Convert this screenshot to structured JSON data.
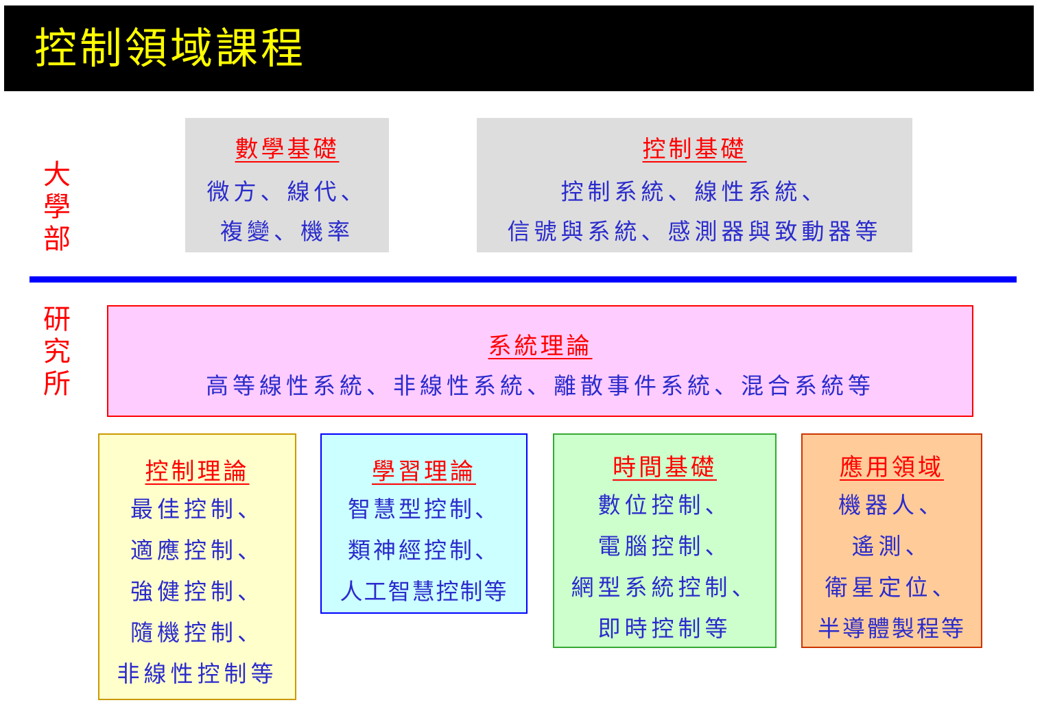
{
  "title": "控制領域課程",
  "undergrad_label": "大學部",
  "grad_label": "研究所",
  "undergrad": [
    {
      "heading": "數學基礎",
      "lines": [
        "微方、線代、",
        "複變、機率"
      ]
    },
    {
      "heading": "控制基礎",
      "lines": [
        "控制系統、線性系統、",
        "信號與系統、感測器與致動器等"
      ]
    }
  ],
  "system_theory": {
    "heading": "系統理論",
    "lines": [
      "高等線性系統、非線性系統、離散事件系統、混合系統等"
    ]
  },
  "grad": [
    {
      "heading": "控制理論",
      "lines": [
        "最佳控制、",
        "適應控制、",
        "強健控制、",
        "隨機控制、",
        "非線性控制等"
      ]
    },
    {
      "heading": "學習理論",
      "lines": [
        "智慧型控制、",
        "類神經控制、",
        "人工智慧控制等"
      ]
    },
    {
      "heading": "時間基礎",
      "lines": [
        "數位控制、",
        "電腦控制、",
        "網型系統控制、",
        "即時控制等"
      ]
    },
    {
      "heading": "應用領域",
      "lines": [
        "機器人、",
        "遙測、",
        "衛星定位、",
        "半導體製程等"
      ]
    }
  ],
  "colors": {
    "title": "#FFFF00",
    "heading": "#FF0000",
    "text": "#2B2BCC",
    "divider": "#0000FF"
  }
}
